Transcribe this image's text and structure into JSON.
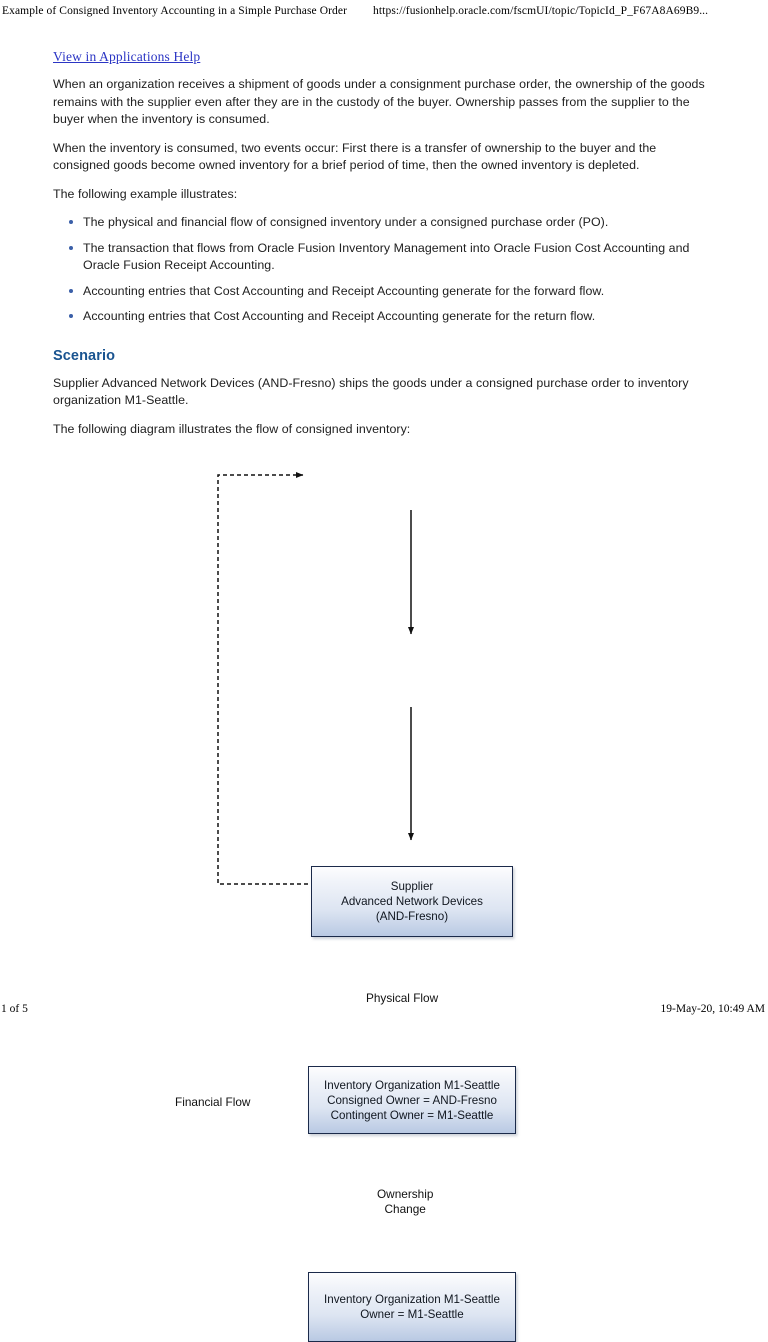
{
  "print_header": {
    "title": "Example of Consigned Inventory Accounting in a Simple Purchase Order",
    "url": "https://fusionhelp.oracle.com/fscmUI/topic/TopicId_P_F67A8A69B9..."
  },
  "print_footer": {
    "page": "1 of 5",
    "timestamp": "19-May-20, 10:49 AM"
  },
  "document": {
    "help_link": "View in Applications Help",
    "paragraph_1": "When an organization receives a shipment of goods under a consignment purchase order, the ownership of the goods remains with the supplier even after they are in the custody of the buyer. Ownership passes from the supplier to the buyer when the inventory is consumed.",
    "paragraph_2": "When the inventory is consumed, two events occur: First there is a transfer of ownership to the buyer and the consigned goods become owned inventory for a brief period of time, then the owned inventory is depleted.",
    "paragraph_3": "The following example illustrates:",
    "bullets": [
      "The physical and financial flow of consigned inventory under a consigned purchase order (PO).",
      "The transaction that flows from Oracle Fusion Inventory Management into Oracle Fusion Cost Accounting and Oracle Fusion Receipt Accounting.",
      "Accounting entries that Cost Accounting and Receipt Accounting generate for the forward flow.",
      "Accounting entries that Cost Accounting and Receipt Accounting generate for the return flow."
    ],
    "section_title": "Scenario",
    "paragraph_4": "Supplier Advanced Network Devices (AND-Fresno) ships the goods under a consigned purchase order to inventory organization M1-Seattle.",
    "paragraph_5": "The following diagram illustrates the flow of consigned inventory:"
  },
  "diagram": {
    "nodes": [
      {
        "id": "supplier",
        "lines": [
          "Supplier",
          "Advanced Network Devices",
          "(AND-Fresno)"
        ]
      },
      {
        "id": "consigned",
        "lines": [
          "Inventory Organization M1-Seattle",
          "Consigned Owner = AND-Fresno",
          "Contingent Owner = M1-Seattle"
        ]
      },
      {
        "id": "owned",
        "lines": [
          "Inventory Organization M1-Seattle",
          "Owner = M1-Seattle"
        ]
      }
    ],
    "edge_labels": {
      "physical_flow": "Physical Flow",
      "ownership_change_line1": "Ownership",
      "ownership_change_line2": "Change",
      "financial_flow": "Financial Flow"
    },
    "colors": {
      "box_border": "#1b2a4a",
      "box_fill_top": "#fdfdfe",
      "box_fill_bottom": "#b9c9e3",
      "arrow": "#111111",
      "heading": "#1a5490",
      "link": "#2b35c4"
    }
  }
}
